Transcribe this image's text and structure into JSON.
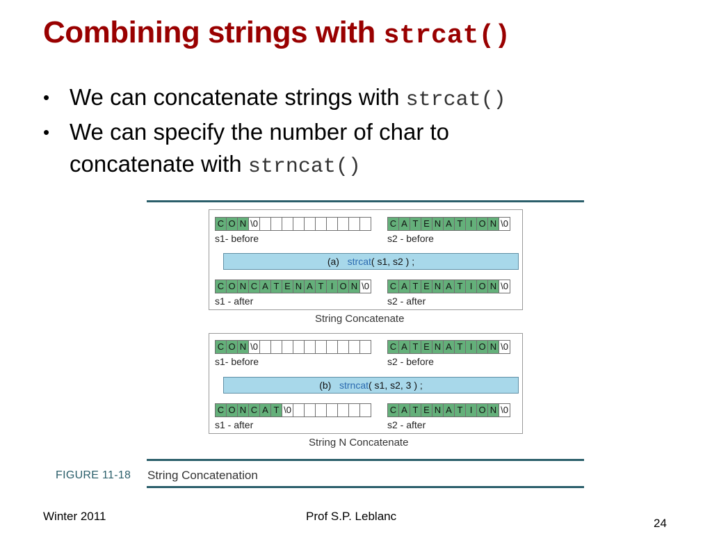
{
  "slide": {
    "title_text": "Combining strings with ",
    "title_code": "strcat()",
    "bullets": [
      {
        "text": "We can concatenate strings with ",
        "code": "strcat()"
      },
      {
        "line1": "We can specify the number of char to",
        "line2_text": "concatenate with ",
        "line2_code": "strncat()"
      }
    ],
    "bullet_glyph": "•"
  },
  "figure": {
    "panels": [
      {
        "s1_before": [
          "C",
          "O",
          "N",
          "\\0",
          "",
          "",
          "",
          "",
          "",
          "",
          "",
          "",
          "",
          ""
        ],
        "s1_before_label": "s1- before",
        "s2_before": [
          "C",
          "A",
          "T",
          "E",
          "N",
          "A",
          "T",
          "I",
          "O",
          "N",
          "\\0"
        ],
        "s2_before_label": "s2 - before",
        "op_prefix": "(a)",
        "op_fn": "strcat",
        "op_args": "( s1, s2 ) ;",
        "s1_after": [
          "C",
          "O",
          "N",
          "C",
          "A",
          "T",
          "E",
          "N",
          "A",
          "T",
          "I",
          "O",
          "N",
          "\\0"
        ],
        "s1_after_label": "s1 - after",
        "s2_after": [
          "C",
          "A",
          "T",
          "E",
          "N",
          "A",
          "T",
          "I",
          "O",
          "N",
          "\\0"
        ],
        "s2_after_label": "s2 - after",
        "caption": "String Concatenate"
      },
      {
        "s1_before": [
          "C",
          "O",
          "N",
          "\\0",
          "",
          "",
          "",
          "",
          "",
          "",
          "",
          "",
          "",
          ""
        ],
        "s1_before_label": "s1- before",
        "s2_before": [
          "C",
          "A",
          "T",
          "E",
          "N",
          "A",
          "T",
          "I",
          "O",
          "N",
          "\\0"
        ],
        "s2_before_label": "s2 - before",
        "op_prefix": "(b)",
        "op_fn": "strncat",
        "op_args": "( s1, s2, 3 ) ;",
        "s1_after": [
          "C",
          "O",
          "N",
          "C",
          "A",
          "T",
          "\\0",
          "",
          "",
          "",
          "",
          "",
          "",
          ""
        ],
        "s1_after_label": "s1 - after",
        "s2_after": [
          "C",
          "A",
          "T",
          "E",
          "N",
          "A",
          "T",
          "I",
          "O",
          "N",
          "\\0"
        ],
        "s2_after_label": "s2 - after",
        "caption": "String N Concatenate"
      }
    ],
    "figure_number": "FIGURE 11-18",
    "figure_title": "String Concatenation",
    "colors": {
      "filled_cell": "#64b07a",
      "empty_cell": "#ffffff",
      "op_bar": "#a8d8ea",
      "rule": "#2a5e6a"
    }
  },
  "footer": {
    "left": "Winter 2011",
    "center": "Prof S.P. Leblanc",
    "page_number": "24"
  }
}
